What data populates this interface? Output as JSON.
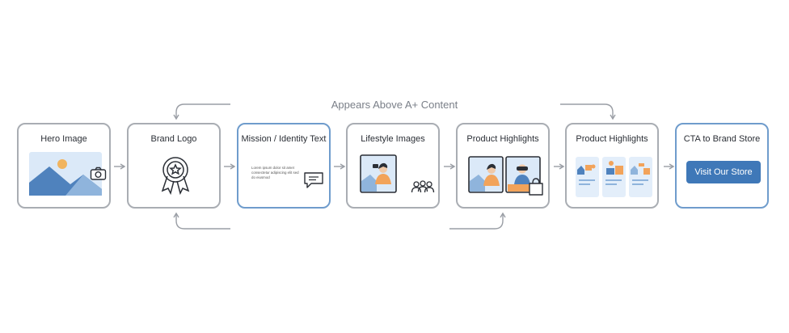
{
  "caption": "Appears Above A+ Content",
  "steps": [
    {
      "title": "Hero Image"
    },
    {
      "title": "Brand Logo"
    },
    {
      "title": "Mission / Identity Text",
      "body": "Lorem ipsum dolor sit amet consectetur adipiscing elit sed do eiusmod"
    },
    {
      "title": "Lifestyle Images"
    },
    {
      "title": "Product Highlights"
    },
    {
      "title": "Product Highlights"
    },
    {
      "title": "CTA to Brand Store",
      "button_label": "Visit Our Store"
    }
  ],
  "colors": {
    "border_default": "#a9adb3",
    "border_highlight": "#6f9ccc",
    "accent_blue": "#3f78b8",
    "arrow": "#9a9ea5"
  },
  "icons": [
    "camera-icon",
    "award-badge-icon",
    "chat-bubble-icon",
    "people-group-icon",
    "shopping-bag-icon"
  ]
}
